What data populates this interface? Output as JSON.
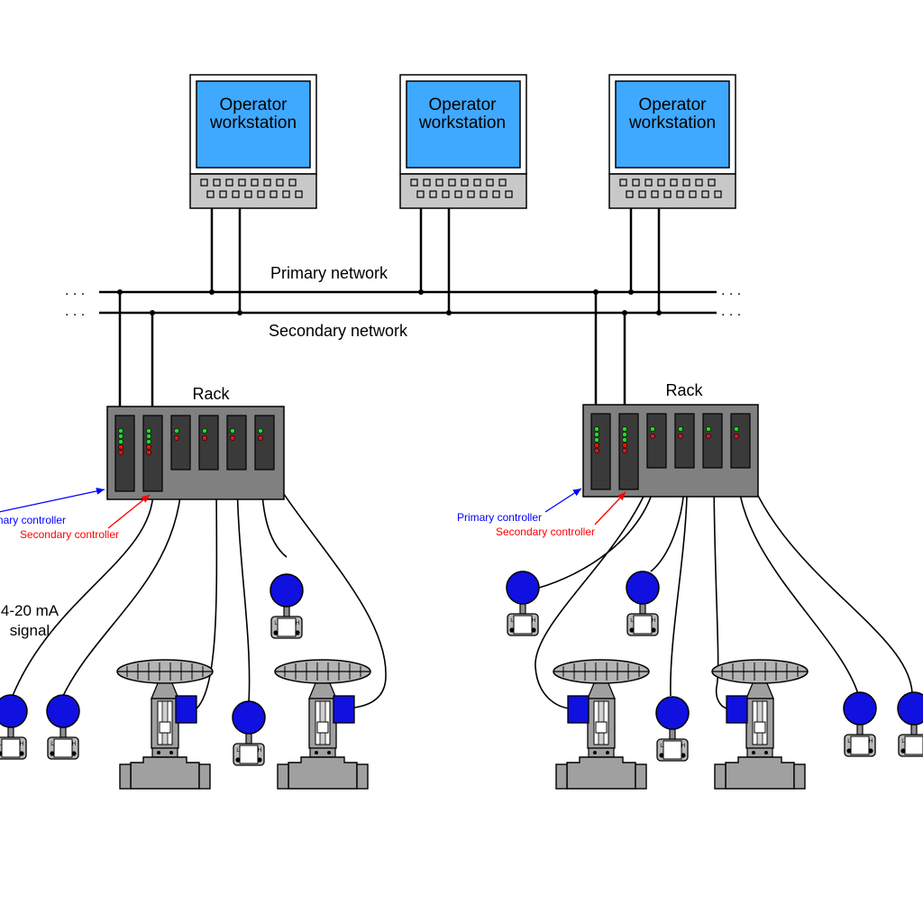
{
  "workstations": [
    {
      "line1": "Operator",
      "line2": "workstation"
    },
    {
      "line1": "Operator",
      "line2": "workstation"
    },
    {
      "line1": "Operator",
      "line2": "workstation"
    }
  ],
  "networks": {
    "primary": "Primary network",
    "secondary": "Secondary network",
    "ellipsis": ". . ."
  },
  "racks": [
    {
      "title": "Rack",
      "primary_controller": "Primary controller",
      "secondary_controller": "Secondary controller"
    },
    {
      "title": "Rack",
      "primary_controller": "Primary controller",
      "secondary_controller": "Secondary controller"
    }
  ],
  "signal": {
    "line1": "4-20 mA",
    "line2": "signal"
  },
  "colors": {
    "screen": "#3fa9ff",
    "rack": "#808080",
    "card": "#3a3a3a",
    "transmitter_head": "#1010e0",
    "led_green": "#22dd22",
    "led_red": "#ee1111",
    "primary_arrow": "#0000ff",
    "secondary_arrow": "#ff0000"
  },
  "icons": [
    "operator-workstation-icon",
    "transmitter-icon",
    "control-valve-icon",
    "io-card-icon"
  ]
}
